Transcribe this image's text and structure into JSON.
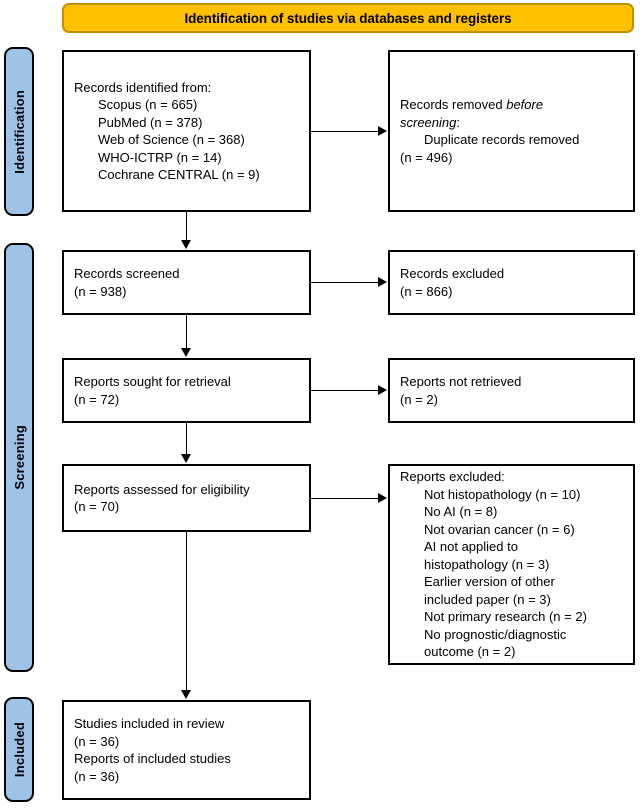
{
  "banner": {
    "label": "Identification of studies via databases and registers",
    "fill": "#FFC000",
    "border": "#BF9000"
  },
  "stages": {
    "fill": "#9DC3E6",
    "identification": "Identification",
    "screening": "Screening",
    "included": "Included"
  },
  "boxes": {
    "records_identified": {
      "title": "Records identified from:",
      "sources": [
        "Scopus (n = 665)",
        "PubMed (n = 378)",
        "Web of Science (n = 368)",
        "WHO-ICTRP (n = 14)",
        "Cochrane CENTRAL (n = 9)"
      ]
    },
    "records_removed": {
      "line1_plain": "Records removed ",
      "line1_italic": "before",
      "line2_italic": "screening",
      "line2_plain": ":",
      "detail": "Duplicate records removed",
      "count": "(n = 496)"
    },
    "records_screened": {
      "label": "Records screened",
      "count": "(n = 938)"
    },
    "records_excluded": {
      "label": "Records excluded",
      "count": "(n = 866)"
    },
    "reports_sought": {
      "label": "Reports sought for retrieval",
      "count": "(n = 72)"
    },
    "reports_not_retrieved": {
      "label": "Reports not retrieved",
      "count": "(n = 2)"
    },
    "reports_assessed": {
      "label": "Reports assessed for eligibility",
      "count": "(n = 70)"
    },
    "reports_excluded": {
      "title": "Reports excluded:",
      "reasons": [
        "Not histopathology (n = 10)",
        "No AI (n = 8)",
        "Not ovarian cancer (n = 6)",
        "AI not applied to",
        "histopathology (n = 3)",
        "Earlier version of other",
        "included paper (n = 3)",
        "Not primary research (n = 2)",
        "No prognostic/diagnostic",
        "outcome (n = 2)"
      ]
    },
    "studies_included": {
      "line1": "Studies included in review",
      "line2": "(n = 36)",
      "line3": "Reports of included studies",
      "line4": "(n = 36)"
    }
  }
}
